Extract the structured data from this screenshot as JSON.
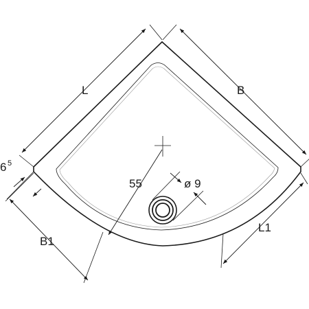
{
  "labels": {
    "length": "L",
    "width": "B",
    "length_inner": "L1",
    "width_inner": "B1",
    "height_main": "6",
    "height_sup": "5",
    "drain_offset": "55",
    "drain_diameter": "ø 9"
  }
}
